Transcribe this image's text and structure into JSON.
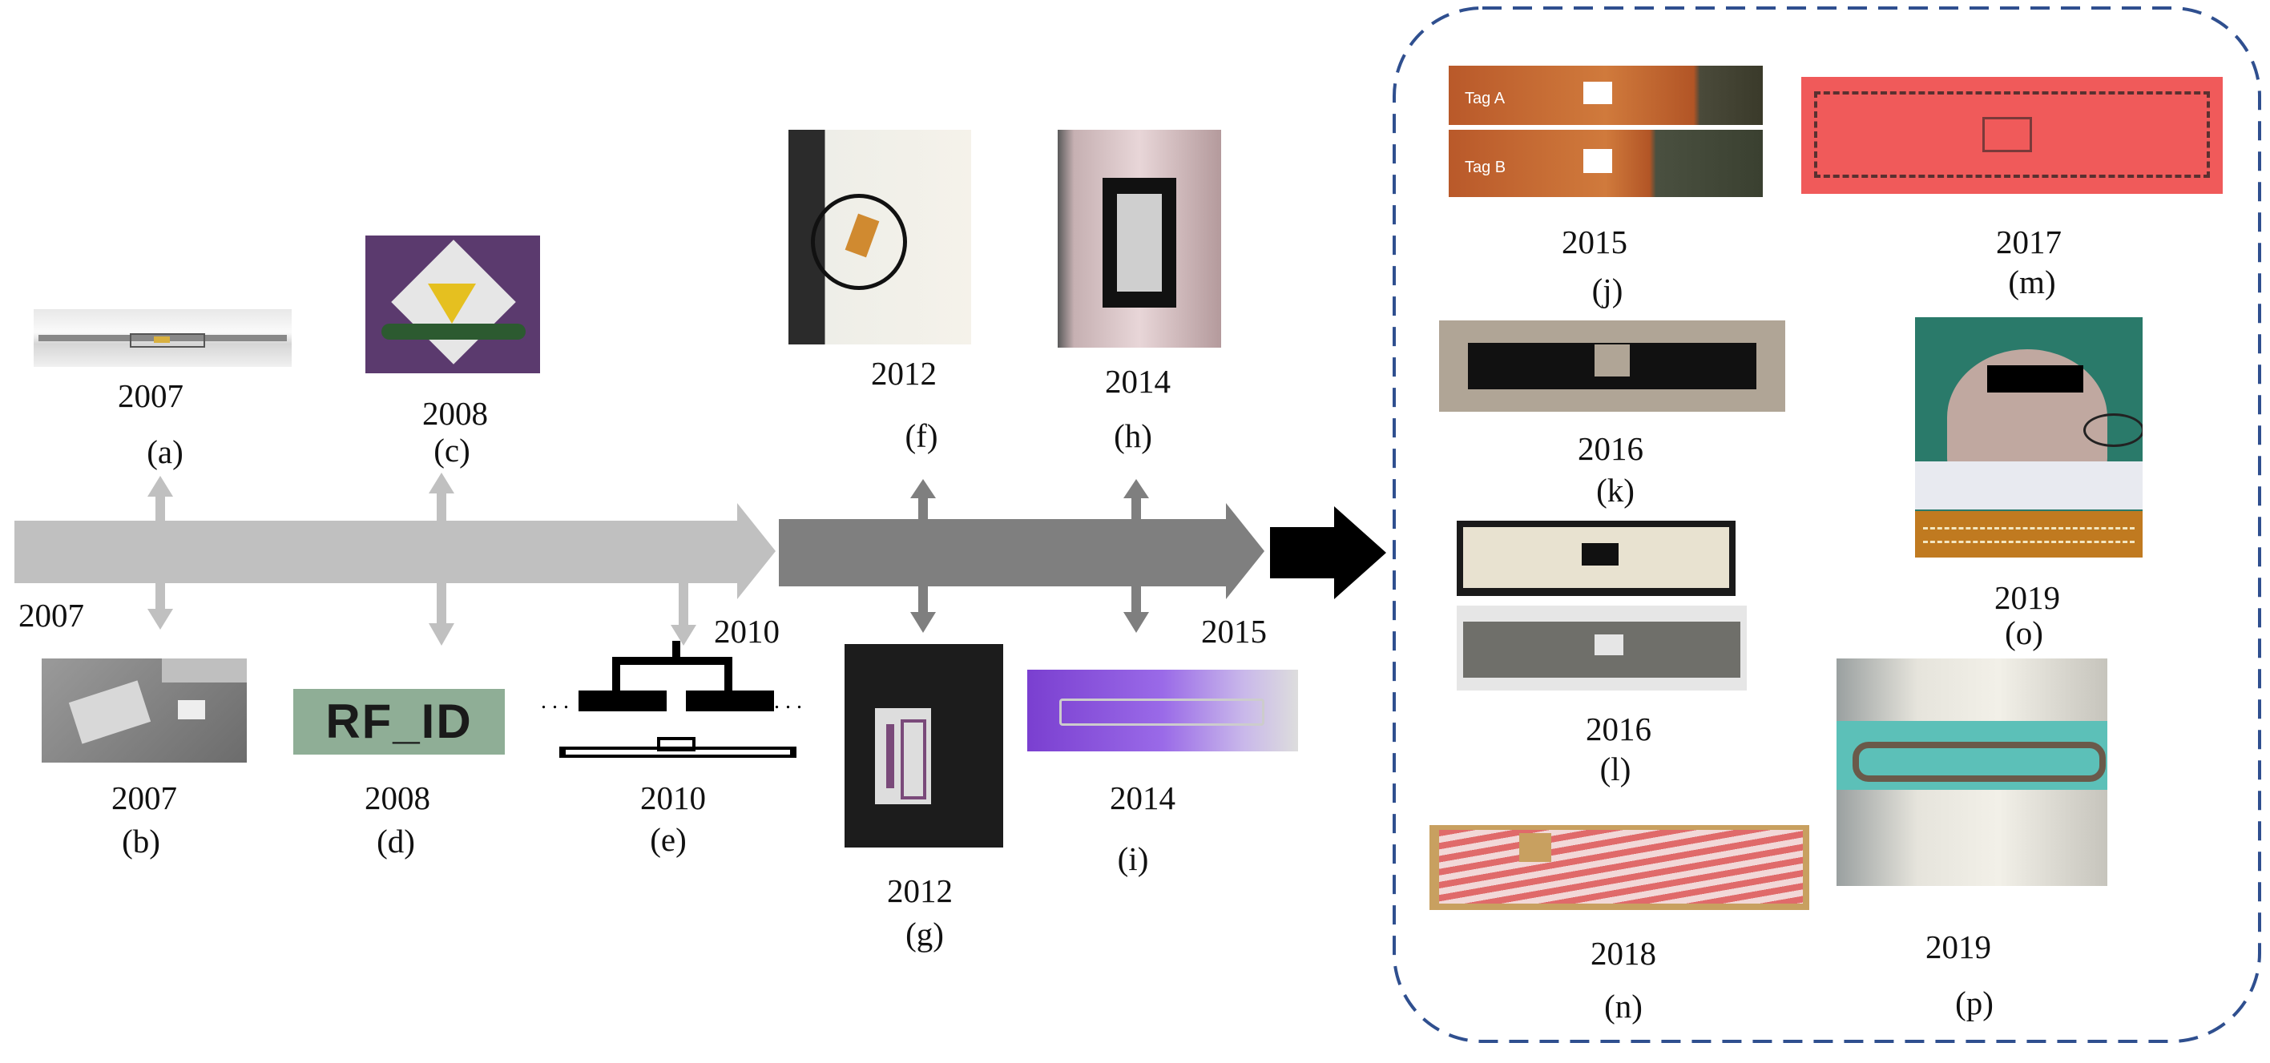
{
  "timeline": {
    "years": {
      "start": "2007",
      "mid": "2010",
      "end": "2015"
    }
  },
  "items": {
    "a": {
      "year": "2007",
      "letter": "(a)"
    },
    "b": {
      "year": "2007",
      "letter": "(b)"
    },
    "c": {
      "year": "2008",
      "letter": "(c)"
    },
    "d": {
      "year": "2008",
      "letter": "(d)",
      "tag_text": "RF_ID"
    },
    "e": {
      "year": "2010",
      "letter": "(e)"
    },
    "f": {
      "year": "2012",
      "letter": "(f)"
    },
    "g": {
      "year": "2012",
      "letter": "(g)"
    },
    "h": {
      "year": "2014",
      "letter": "(h)"
    },
    "i": {
      "year": "2014",
      "letter": "(i)"
    },
    "j": {
      "year": "2015",
      "letter": "(j)",
      "tag_a": "Tag A",
      "tag_b": "Tag B"
    },
    "k": {
      "year": "2016",
      "letter": "(k)"
    },
    "l": {
      "year": "2016",
      "letter": "(l)"
    },
    "m": {
      "year": "2017",
      "letter": "(m)"
    },
    "n": {
      "year": "2018",
      "letter": "(n)"
    },
    "o": {
      "year": "2019",
      "letter": "(o)"
    },
    "p": {
      "year": "2019",
      "letter": "(p)"
    }
  },
  "colors": {
    "arrow_light": "#c0c0c0",
    "arrow_mid": "#7f7f7f",
    "arrow_dark": "#000000",
    "panel_border": "#2f4f8f"
  },
  "icons": [
    "double-arrow-vertical-icon",
    "timeline-arrow-icon",
    "big-black-arrow-icon"
  ]
}
